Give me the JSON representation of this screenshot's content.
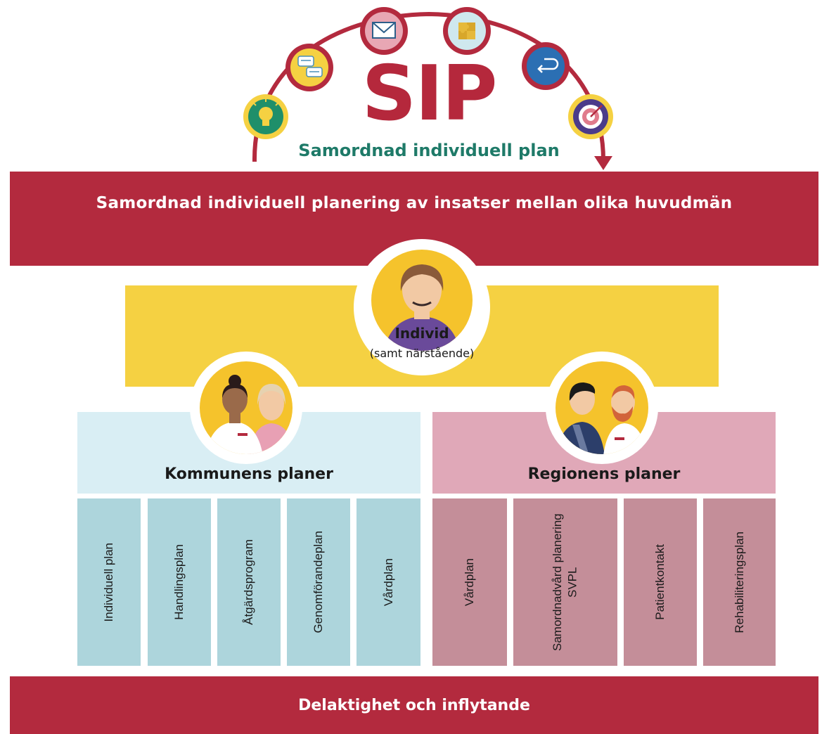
{
  "header": {
    "logo_text": "SIP",
    "subtitle": "Samordnad individuell plan"
  },
  "top_band": {
    "text": "Samordnad individuell planering av insatser mellan olika huvudmän"
  },
  "individ": {
    "title": "Individ",
    "subtitle": "(samt närstående)"
  },
  "kommun": {
    "title": "Kommunens planer",
    "plans": [
      "Individuell plan",
      "Handlingsplan",
      "Åtgärdsprogram",
      "Genomförandeplan",
      "Vårdplan"
    ]
  },
  "region": {
    "title": "Regionens planer",
    "plans": [
      "Vårdplan",
      "Samordnadvård planering SVPL",
      "Patientkontakt",
      "Rehabiliteringsplan"
    ]
  },
  "bottom_band": {
    "text": "Delaktighet och inflytande"
  },
  "icons": [
    "lightbulb-icon",
    "chat-icon",
    "envelope-icon",
    "puzzle-icon",
    "return-arrow-icon",
    "target-icon"
  ],
  "colors": {
    "brand_red": "#b32a3e",
    "teal_text": "#1e7a68",
    "yellow": "#f5d142",
    "light_blue": "#d9eef4",
    "blue_column": "#add5dc",
    "pink_panel": "#e0a8b8",
    "pink_column": "#c48e99"
  }
}
